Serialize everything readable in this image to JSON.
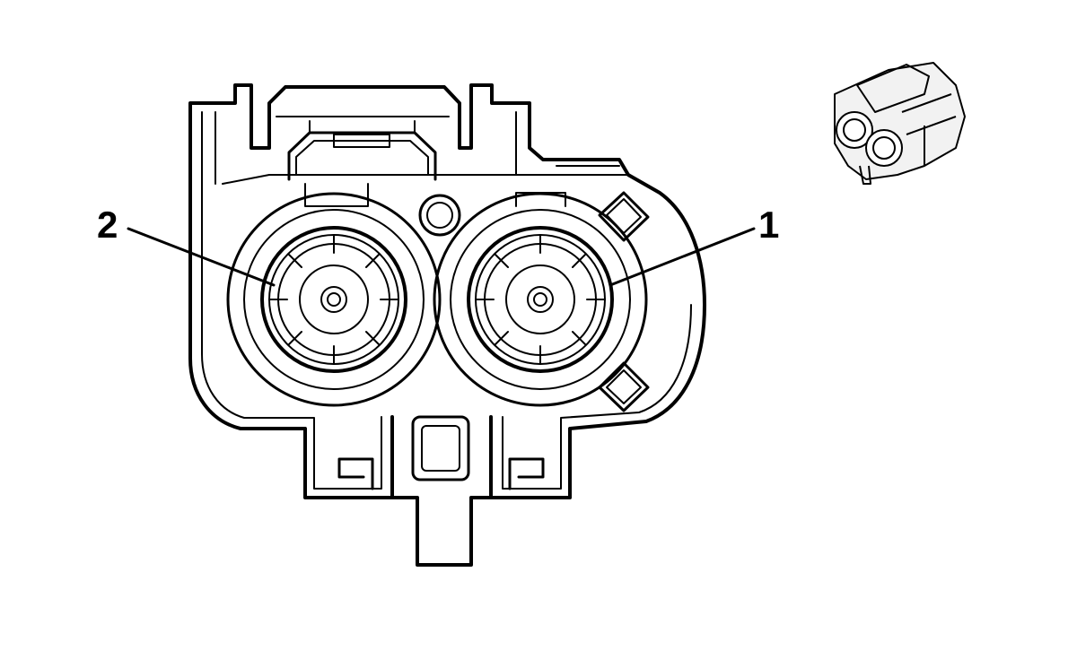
{
  "diagram": {
    "pin_labels": [
      {
        "id": "pin-2",
        "text": "2"
      },
      {
        "id": "pin-1",
        "text": "1"
      }
    ]
  }
}
